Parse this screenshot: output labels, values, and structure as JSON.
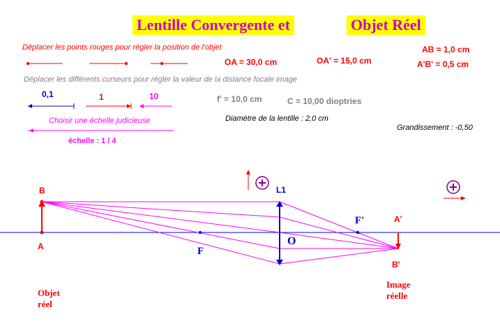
{
  "title": {
    "part1": "Lentille Convergente et",
    "part2": "Objet Réel"
  },
  "instructions": {
    "move_points": "Déplacer les points rouges pour régler la position de l'objet",
    "move_sliders": "Déplacer les différents curseurs pour régler la valeur de la distance focale image",
    "choose_scale": "Choisir une échelle judicieuse"
  },
  "readouts": {
    "oa": "OA = 30,0 cm",
    "oa_prime": "OA' = 15,0 cm",
    "ab": "AB = 1,0 cm",
    "ab_prime": "A'B' = 0,5 cm",
    "focal": "f' = 10,0 cm",
    "vergence": "C = 10,00 dioptries",
    "diameter": "Diamètre de la lentille : 2,0 cm",
    "magnification": "Grandissement : -0,50"
  },
  "sliders": {
    "coarse": "0,1",
    "medium": "1",
    "fine": "10",
    "scale": "échelle : 1 / 4"
  },
  "diagram": {
    "B": "B",
    "A": "A",
    "F": "F",
    "O": "O",
    "F_prime": "F'",
    "A_prime": "A'",
    "B_prime": "B'",
    "L1": "L1",
    "plus": "+",
    "object_label": [
      "Objet",
      "réel"
    ],
    "image_label": [
      "Image",
      "réelle"
    ]
  },
  "colors": {
    "axis": "#0000ff",
    "object": "#ff0000",
    "rays": "#ff00ff",
    "lens": "#0000cc",
    "title_bg": "#ffff00",
    "title_fg": "#cc00cc"
  }
}
